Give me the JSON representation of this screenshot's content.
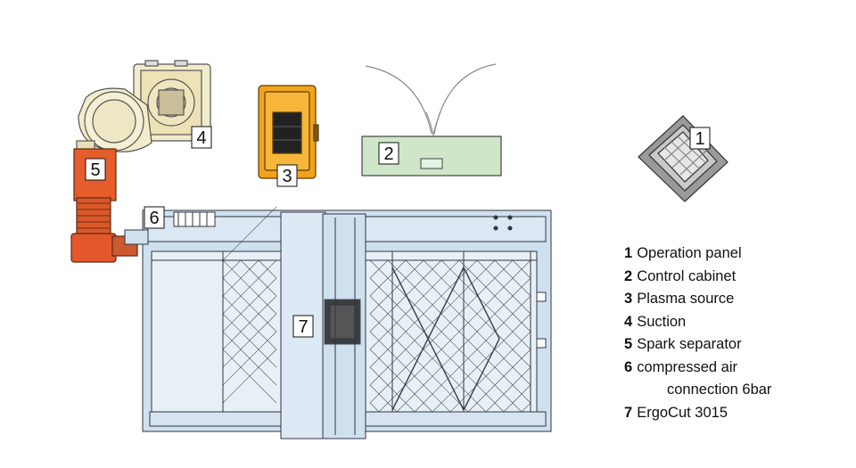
{
  "callouts": {
    "operation_panel": "1",
    "control_cabinet": "2",
    "plasma_source": "3",
    "suction": "4",
    "spark_separator": "5",
    "compressed_air": "6",
    "ergocut": "7"
  },
  "legend": [
    {
      "num": "1",
      "text": "Operation panel"
    },
    {
      "num": "2",
      "text": "Control cabinet"
    },
    {
      "num": "3",
      "text": "Plasma source"
    },
    {
      "num": "4",
      "text": "Suction"
    },
    {
      "num": "5",
      "text": "Spark separator"
    },
    {
      "num": "6",
      "text": "compressed air",
      "text2": "connection 6bar"
    },
    {
      "num": "7",
      "text": "ErgoCut 3015"
    }
  ],
  "colors": {
    "table_fill": "#cfe0ef",
    "cabinet_fill": "#cfe6c8",
    "plasma_fill": "#f0a21a",
    "suction_fill": "#f3eccb",
    "separator_fill": "#e2522a"
  }
}
